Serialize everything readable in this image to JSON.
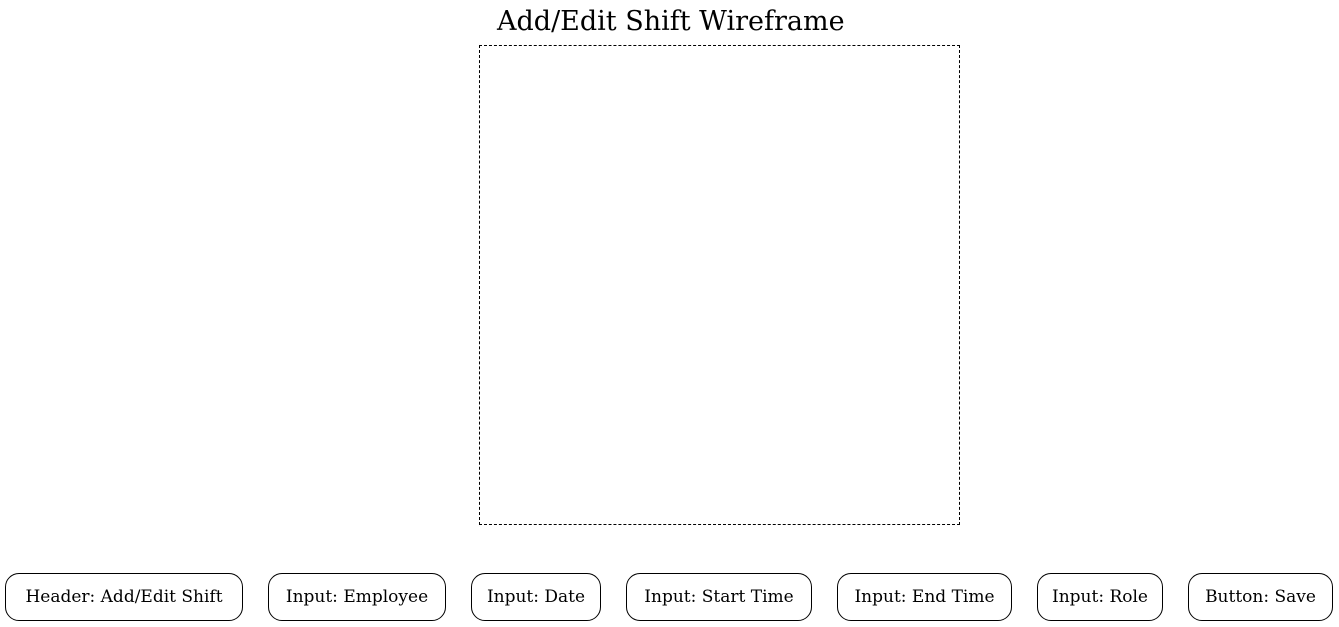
{
  "diagram": {
    "title": "Add/Edit Shift Wireframe",
    "nodes": [
      {
        "label": "Header: Add/Edit Shift"
      },
      {
        "label": "Input: Employee"
      },
      {
        "label": "Input: Date"
      },
      {
        "label": "Input: Start Time"
      },
      {
        "label": "Input: End Time"
      },
      {
        "label": "Input: Role"
      },
      {
        "label": "Button: Save"
      }
    ]
  }
}
